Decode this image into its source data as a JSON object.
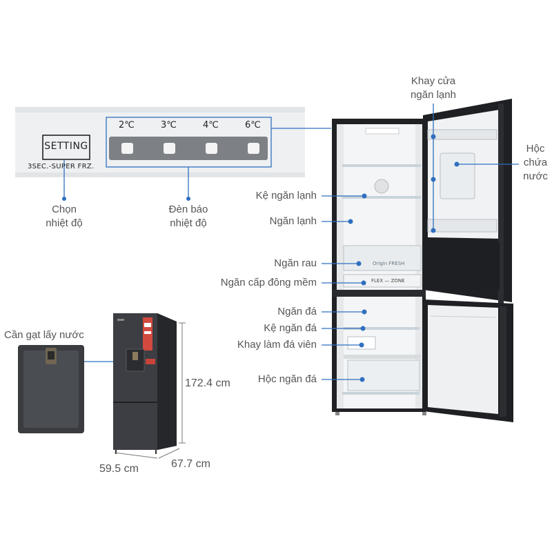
{
  "control_panel": {
    "setting_label": "SETTING",
    "hold_hint": "3SEC.-SUPER FRZ.",
    "temperatures": [
      "2℃",
      "3℃",
      "4℃",
      "6℃"
    ],
    "callout_select": [
      "Chọn",
      "nhiệt độ"
    ],
    "callout_indicator": [
      "Đèn báo",
      "nhiệt độ"
    ]
  },
  "dispenser": {
    "title": "Cần gạt lấy nước"
  },
  "dimensions": {
    "height": "172.4 cm",
    "width": "59.5 cm",
    "depth": "67.7 cm"
  },
  "fridge_labels": {
    "door_tray": [
      "Khay cửa",
      "ngăn lạnh"
    ],
    "water_tank": [
      "Hộc",
      "chứa",
      "nước"
    ],
    "fridge_shelf": "Kệ ngăn lạnh",
    "fridge_compartment": "Ngăn lạnh",
    "vegetable_drawer": "Ngăn rau",
    "soft_freeze": "Ngăn cấp đông mềm",
    "ice_compartment": "Ngăn đá",
    "ice_shelf": "Kệ ngăn đá",
    "ice_tray": "Khay làm đá viên",
    "ice_drawer": "Hộc ngăn đá"
  },
  "inner_marks": {
    "origin_fresh": "Origin FRESH",
    "flex_zone": "FLEX — ZONE"
  },
  "colors": {
    "callout_line": "#2f6fc0",
    "callout_dot": "#2f6fc0",
    "fridge_body": "#2b2d31"
  }
}
